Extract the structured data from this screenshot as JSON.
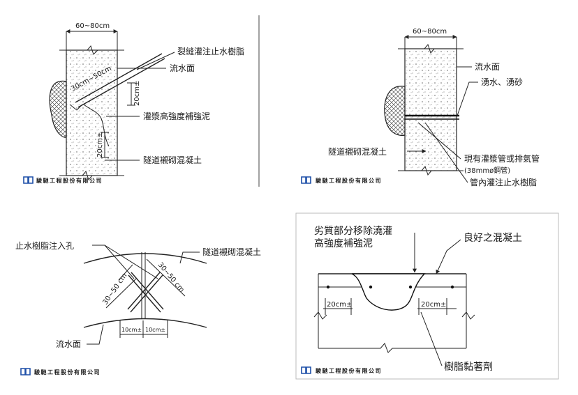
{
  "company": "駿馳工程股份有限公司",
  "diagrams": {
    "top_left": {
      "width_dim": "60~80cm",
      "crack_injection": "裂縫灌注止水樹脂",
      "waterline": "流水面",
      "spacing_dim": "30cm~50cm",
      "dim_20_a": "20cm±",
      "dim_20_b": "20cm±",
      "repair_mortar": "灌漿高強度補強泥",
      "lining": "隧道襯砌混凝土"
    },
    "top_right": {
      "width_dim": "60~80cm",
      "waterline": "流水面",
      "seepage": "湧水、湧砂",
      "lining": "隧道襯砌混凝土",
      "pipe_1": "現有灌漿管或排氣管",
      "pipe_2": "(38mmø鋼管)",
      "pipe_fill": "管內灌注止水樹脂"
    },
    "bottom_left": {
      "injection_hole": "止水樹脂注入孔",
      "lining": "隧道襯砌混凝土",
      "spacing_a": "30~50 cm",
      "spacing_b": "30~50 cm",
      "dim_a": "10cm±",
      "dim_b": "10cm±",
      "waterline": "流水面"
    },
    "bottom_right": {
      "remove_1": "劣質部分移除澆灌",
      "remove_2": "高強度補強泥",
      "good_concrete": "良好之混凝土",
      "dim_a": "20cm±",
      "dim_b": "20cm±",
      "adhesive": "樹脂黏著劑"
    }
  }
}
